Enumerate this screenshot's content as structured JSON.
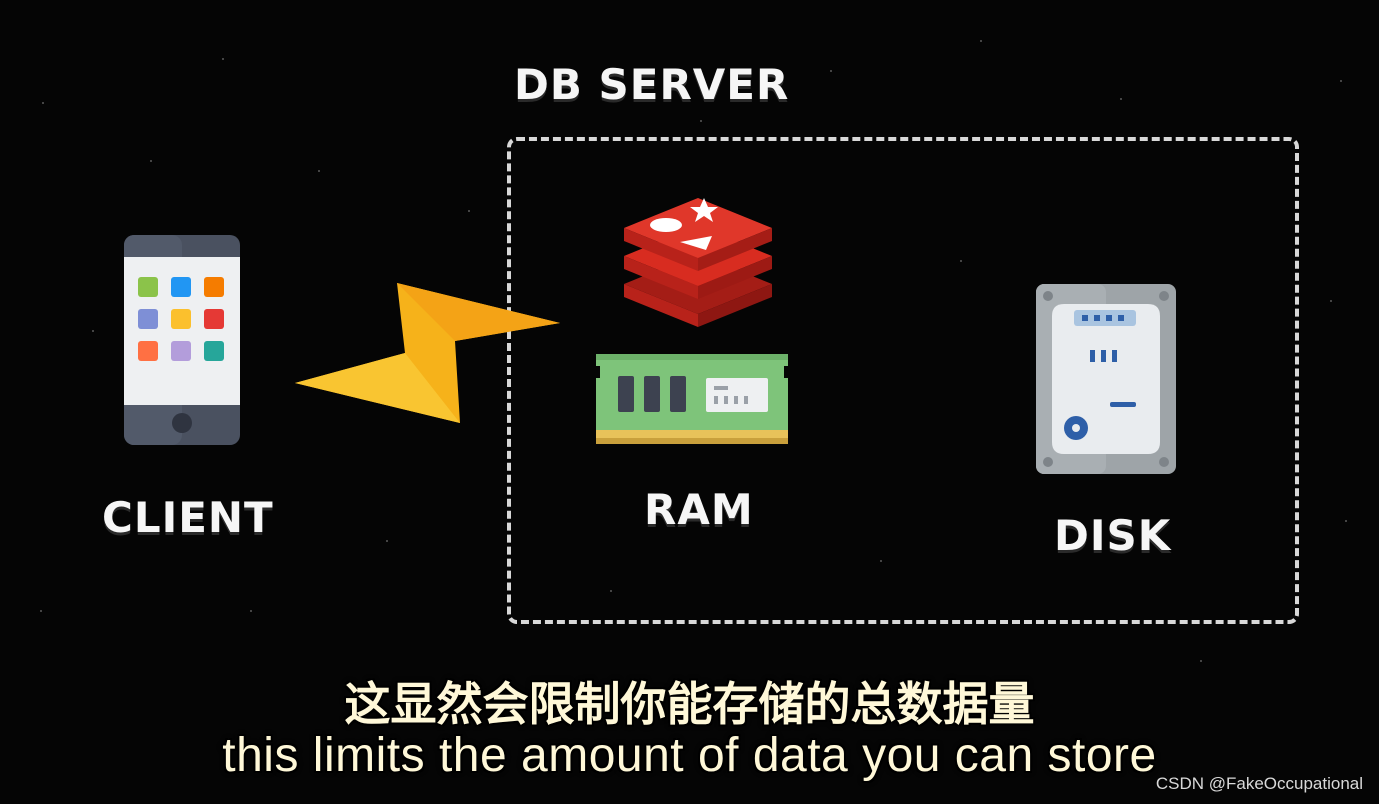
{
  "diagram": {
    "server_title": "DB SERVER",
    "client_label": "CLIENT",
    "ram_label": "RAM",
    "disk_label": "DISK"
  },
  "icons": {
    "client": "smartphone-icon",
    "connection": "lightning-bolt-icon",
    "cache": "redis-logo-icon",
    "memory": "ram-stick-icon",
    "storage": "hard-disk-icon"
  },
  "subtitles": {
    "zh": "这显然会限制你能存储的总数据量",
    "en": "this limits the amount of data you can store"
  },
  "watermark": "CSDN @FakeOccupational",
  "colors": {
    "background": "#050505",
    "bolt": "#f6b21a",
    "redis": "#d82c20",
    "ram_board": "#7ec47a",
    "disk_body": "#9ea4a8",
    "subtitle": "#fff8d8"
  }
}
